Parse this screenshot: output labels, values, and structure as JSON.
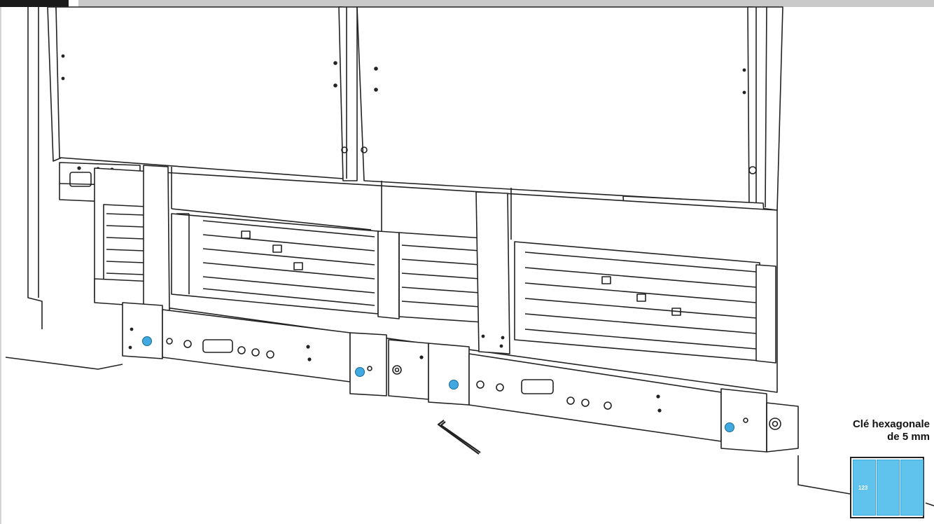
{
  "callout": {
    "tool_label_line1": "Clé hexagonale",
    "tool_label_line2": "de 5 mm",
    "key_mark": "123"
  },
  "colors": {
    "highlight": "#3fa9e0",
    "swatch": "#5fc3ee",
    "line": "#222222"
  },
  "icons": {
    "hex-key": "hex-key-icon",
    "screw": "screw-highlight-icon"
  }
}
